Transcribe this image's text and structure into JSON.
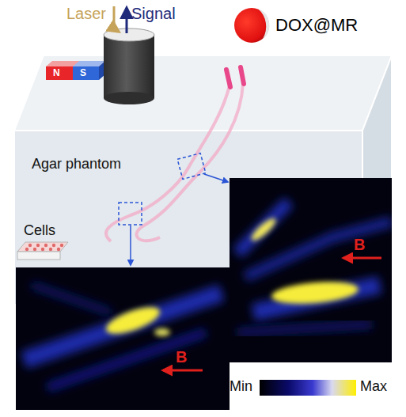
{
  "diagram": {
    "labels": [
      "Laser",
      "Signal",
      "DOX@MR",
      "N",
      "S",
      "Agar phantom",
      "Cells",
      "B",
      "B",
      "Min",
      "Max"
    ]
  }
}
